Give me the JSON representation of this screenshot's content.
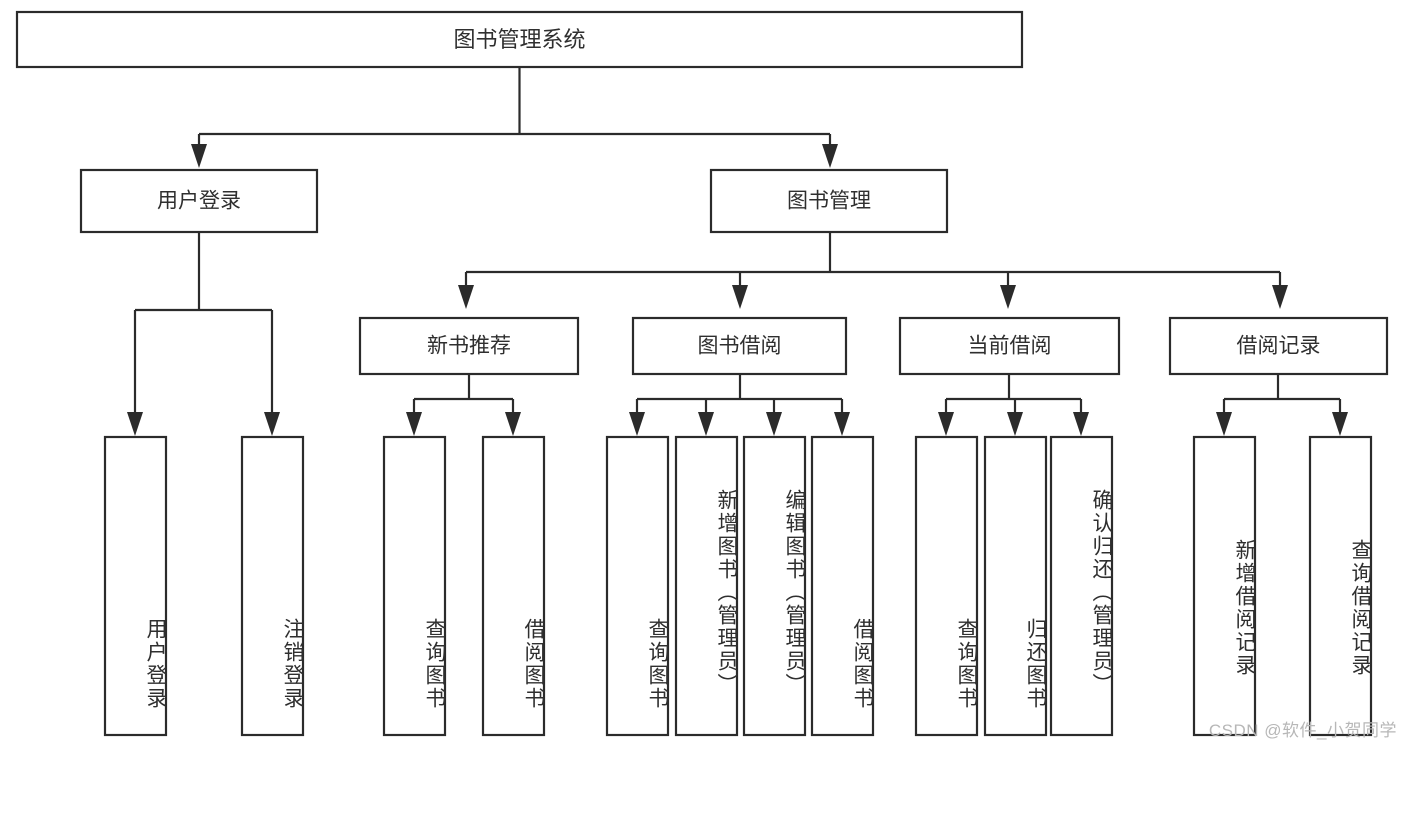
{
  "diagram": {
    "type": "tree-hierarchy",
    "title": "图书管理系统",
    "orientation": "top-down",
    "watermark": "CSDN @软件_小贺同学",
    "colors": {
      "stroke": "#2b2b2b",
      "fill": "#ffffff",
      "text": "#2f2f2f",
      "watermark": "#b7b7b7"
    },
    "levels": {
      "root": {
        "label": "图书管理系统"
      },
      "level2": [
        {
          "label": "用户登录"
        },
        {
          "label": "图书管理"
        }
      ],
      "level3": [
        {
          "label": "新书推荐"
        },
        {
          "label": "图书借阅"
        },
        {
          "label": "当前借阅"
        },
        {
          "label": "借阅记录"
        }
      ],
      "leaves": {
        "user_login": [
          {
            "label": "用户登录"
          },
          {
            "label": "注销登录"
          }
        ],
        "new_book": [
          {
            "label": "查询图书"
          },
          {
            "label": "借阅图书"
          }
        ],
        "book_borrow": [
          {
            "label": "查询图书"
          },
          {
            "label": "新增图书（管理员）"
          },
          {
            "label": "编辑图书（管理员）"
          },
          {
            "label": "借阅图书"
          }
        ],
        "current_borrow": [
          {
            "label": "查询图书"
          },
          {
            "label": "归还图书"
          },
          {
            "label": "确认归还（管理员）"
          }
        ],
        "borrow_record": [
          {
            "label": "新增借阅记录"
          },
          {
            "label": "查询借阅记录"
          }
        ]
      }
    }
  }
}
